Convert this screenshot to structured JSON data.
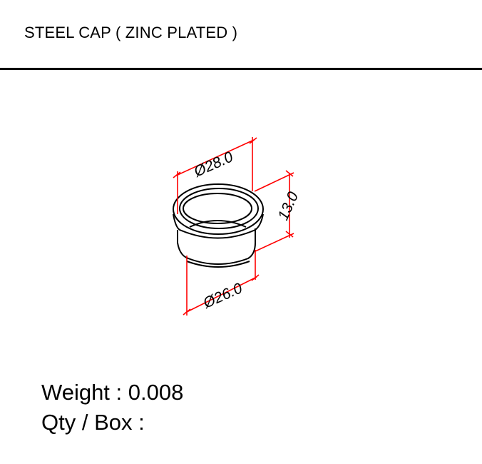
{
  "header": {
    "title": "STEEL CAP ( ZINC PLATED )"
  },
  "drawing": {
    "dimensions": {
      "outer_diameter": "Ø28.0",
      "height": "13.0",
      "body_diameter": "Ø26.0"
    },
    "dimension_color": "#ff0000"
  },
  "specs": {
    "weight": "Weight : 0.008",
    "qty_per_box": "Qty / Box  :"
  }
}
